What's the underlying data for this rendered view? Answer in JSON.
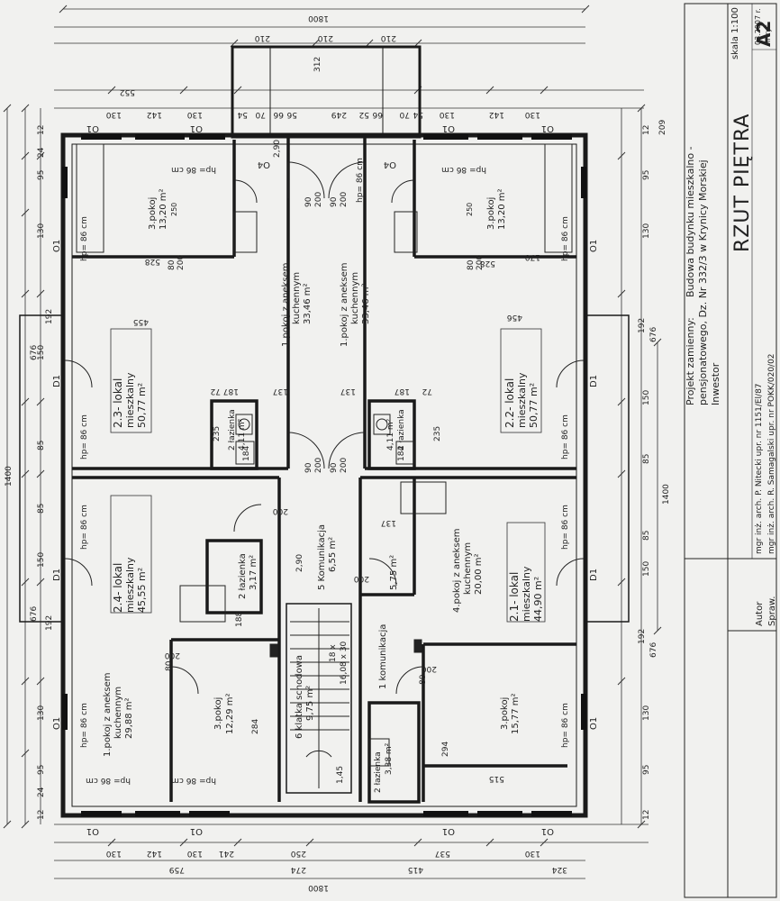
{
  "title_block": {
    "project_label": "Projekt zamienny:",
    "project_desc_1": "Budowa budynku mieszkalno -",
    "project_desc_2": "pensjonatowego, Dz. Nr 332/3 w Krynicy Morskiej",
    "investor_label": "Inwestor",
    "drawing_title": "RZUT PIĘTRA",
    "scale": "skala 1:100",
    "date": "03.2007 r.",
    "drawing_no_label": "nr rys.",
    "drawing_no": "A2",
    "author_label": "Autor",
    "author": "mgr inż. arch. P. Nitecki upr. nr 1151/El/87",
    "checker_label": "Spraw.",
    "checker": "mgr inż. arch. R. Samagalski upr. nr POKK/020/02"
  },
  "apartments": {
    "a21": {
      "label": "2.1- lokal",
      "l2": "mieszkalny",
      "area": "44,90 m²"
    },
    "a22": {
      "label": "2.2- lokal",
      "l2": "mieszkalny",
      "area": "50,77 m²"
    },
    "a23": {
      "label": "2.3- lokal",
      "l2": "mieszkalny",
      "area": "50,77 m²"
    },
    "a24": {
      "label": "2.4- lokal",
      "l2": "mieszkalny",
      "area": "45,55 m²"
    }
  },
  "rooms": {
    "r1_left": {
      "l1": "1.pokoj z aneksem",
      "l2": "kuchennym",
      "area": "29,88 m²"
    },
    "r3_left": {
      "l1": "3.pokoj",
      "area": "12,29 m²"
    },
    "r2_left": {
      "l1": "2 łazienka",
      "area": "3,17 m²"
    },
    "r3_topleft": {
      "l1": "3.pokoj",
      "area": "13,20 m²",
      "dim": "250"
    },
    "r1_mid_a": {
      "l1": "1.pokoj z aneksem",
      "l2": "kuchennym",
      "area": "33,46 m²"
    },
    "r1_mid_b": {
      "l1": "1.pokoj z aneksem",
      "l2": "kuchennym",
      "area": "33,46 m²"
    },
    "r3_topright": {
      "l1": "3.pokoj",
      "area": "13,20 m²",
      "dim": "250"
    },
    "bath_l": {
      "l1": "2 łazienka",
      "area": "4,11 m²"
    },
    "bath_r": {
      "l1": "2 łazienka",
      "area": "4,11 m²"
    },
    "komunikacja5": {
      "l1": "5 Komunikacja",
      "area": "6,55 m²"
    },
    "klatka6": {
      "l1": "6 klatka schodowa",
      "area": "9,75 m²"
    },
    "stairs": {
      "l1": "18 x",
      "l2": "16,08 x 30"
    },
    "komunikacja1": {
      "l1": "1 komunikacja",
      "area": "5,75 m²"
    },
    "r4_right": {
      "l1": "4.pokoj z aneksem",
      "l2": "kuchennym",
      "area": "20,00 m²"
    },
    "r3_right": {
      "l1": "3.pokoj",
      "area": "15,77 m²"
    },
    "lazienka_small": {
      "l1": "2 łazienka",
      "area": "3,38 m²"
    }
  },
  "marks": {
    "hp": "hp= 86 cm",
    "o1": "O1",
    "d1": "D1",
    "o4": "O4"
  },
  "dims": {
    "top_total": "1800",
    "bottom_total": "1800",
    "side_total": "1400",
    "bay_210": "210",
    "d312": "312",
    "d249": "249",
    "d552": "552",
    "d1400r": "1400",
    "d676": "676",
    "d192": "192",
    "d209": "209",
    "d274": "274",
    "d415": "415",
    "d537": "537",
    "d759": "759",
    "d324": "324",
    "d250": "250",
    "d284": "284",
    "d294": "294",
    "d515": "515",
    "d528": "528",
    "d456": "456",
    "d455": "455",
    "d170": "170",
    "d200": "200",
    "d90": "90",
    "d80": "80",
    "d137": "137",
    "d187": "187",
    "d72": "72",
    "d184": "184",
    "d235": "235",
    "d188": "188",
    "d145": "1,45",
    "d290": "2,90",
    "d12": "12",
    "d24": "24",
    "d95": "95",
    "d130": "130",
    "d150": "150",
    "d85": "85",
    "d142": "142",
    "d241": "241",
    "d54": "54",
    "d70": "70",
    "d66": "66",
    "d52": "52",
    "d56": "56"
  },
  "colors": {
    "line": "#1a1a1a",
    "paper": "#f1f1ef"
  }
}
